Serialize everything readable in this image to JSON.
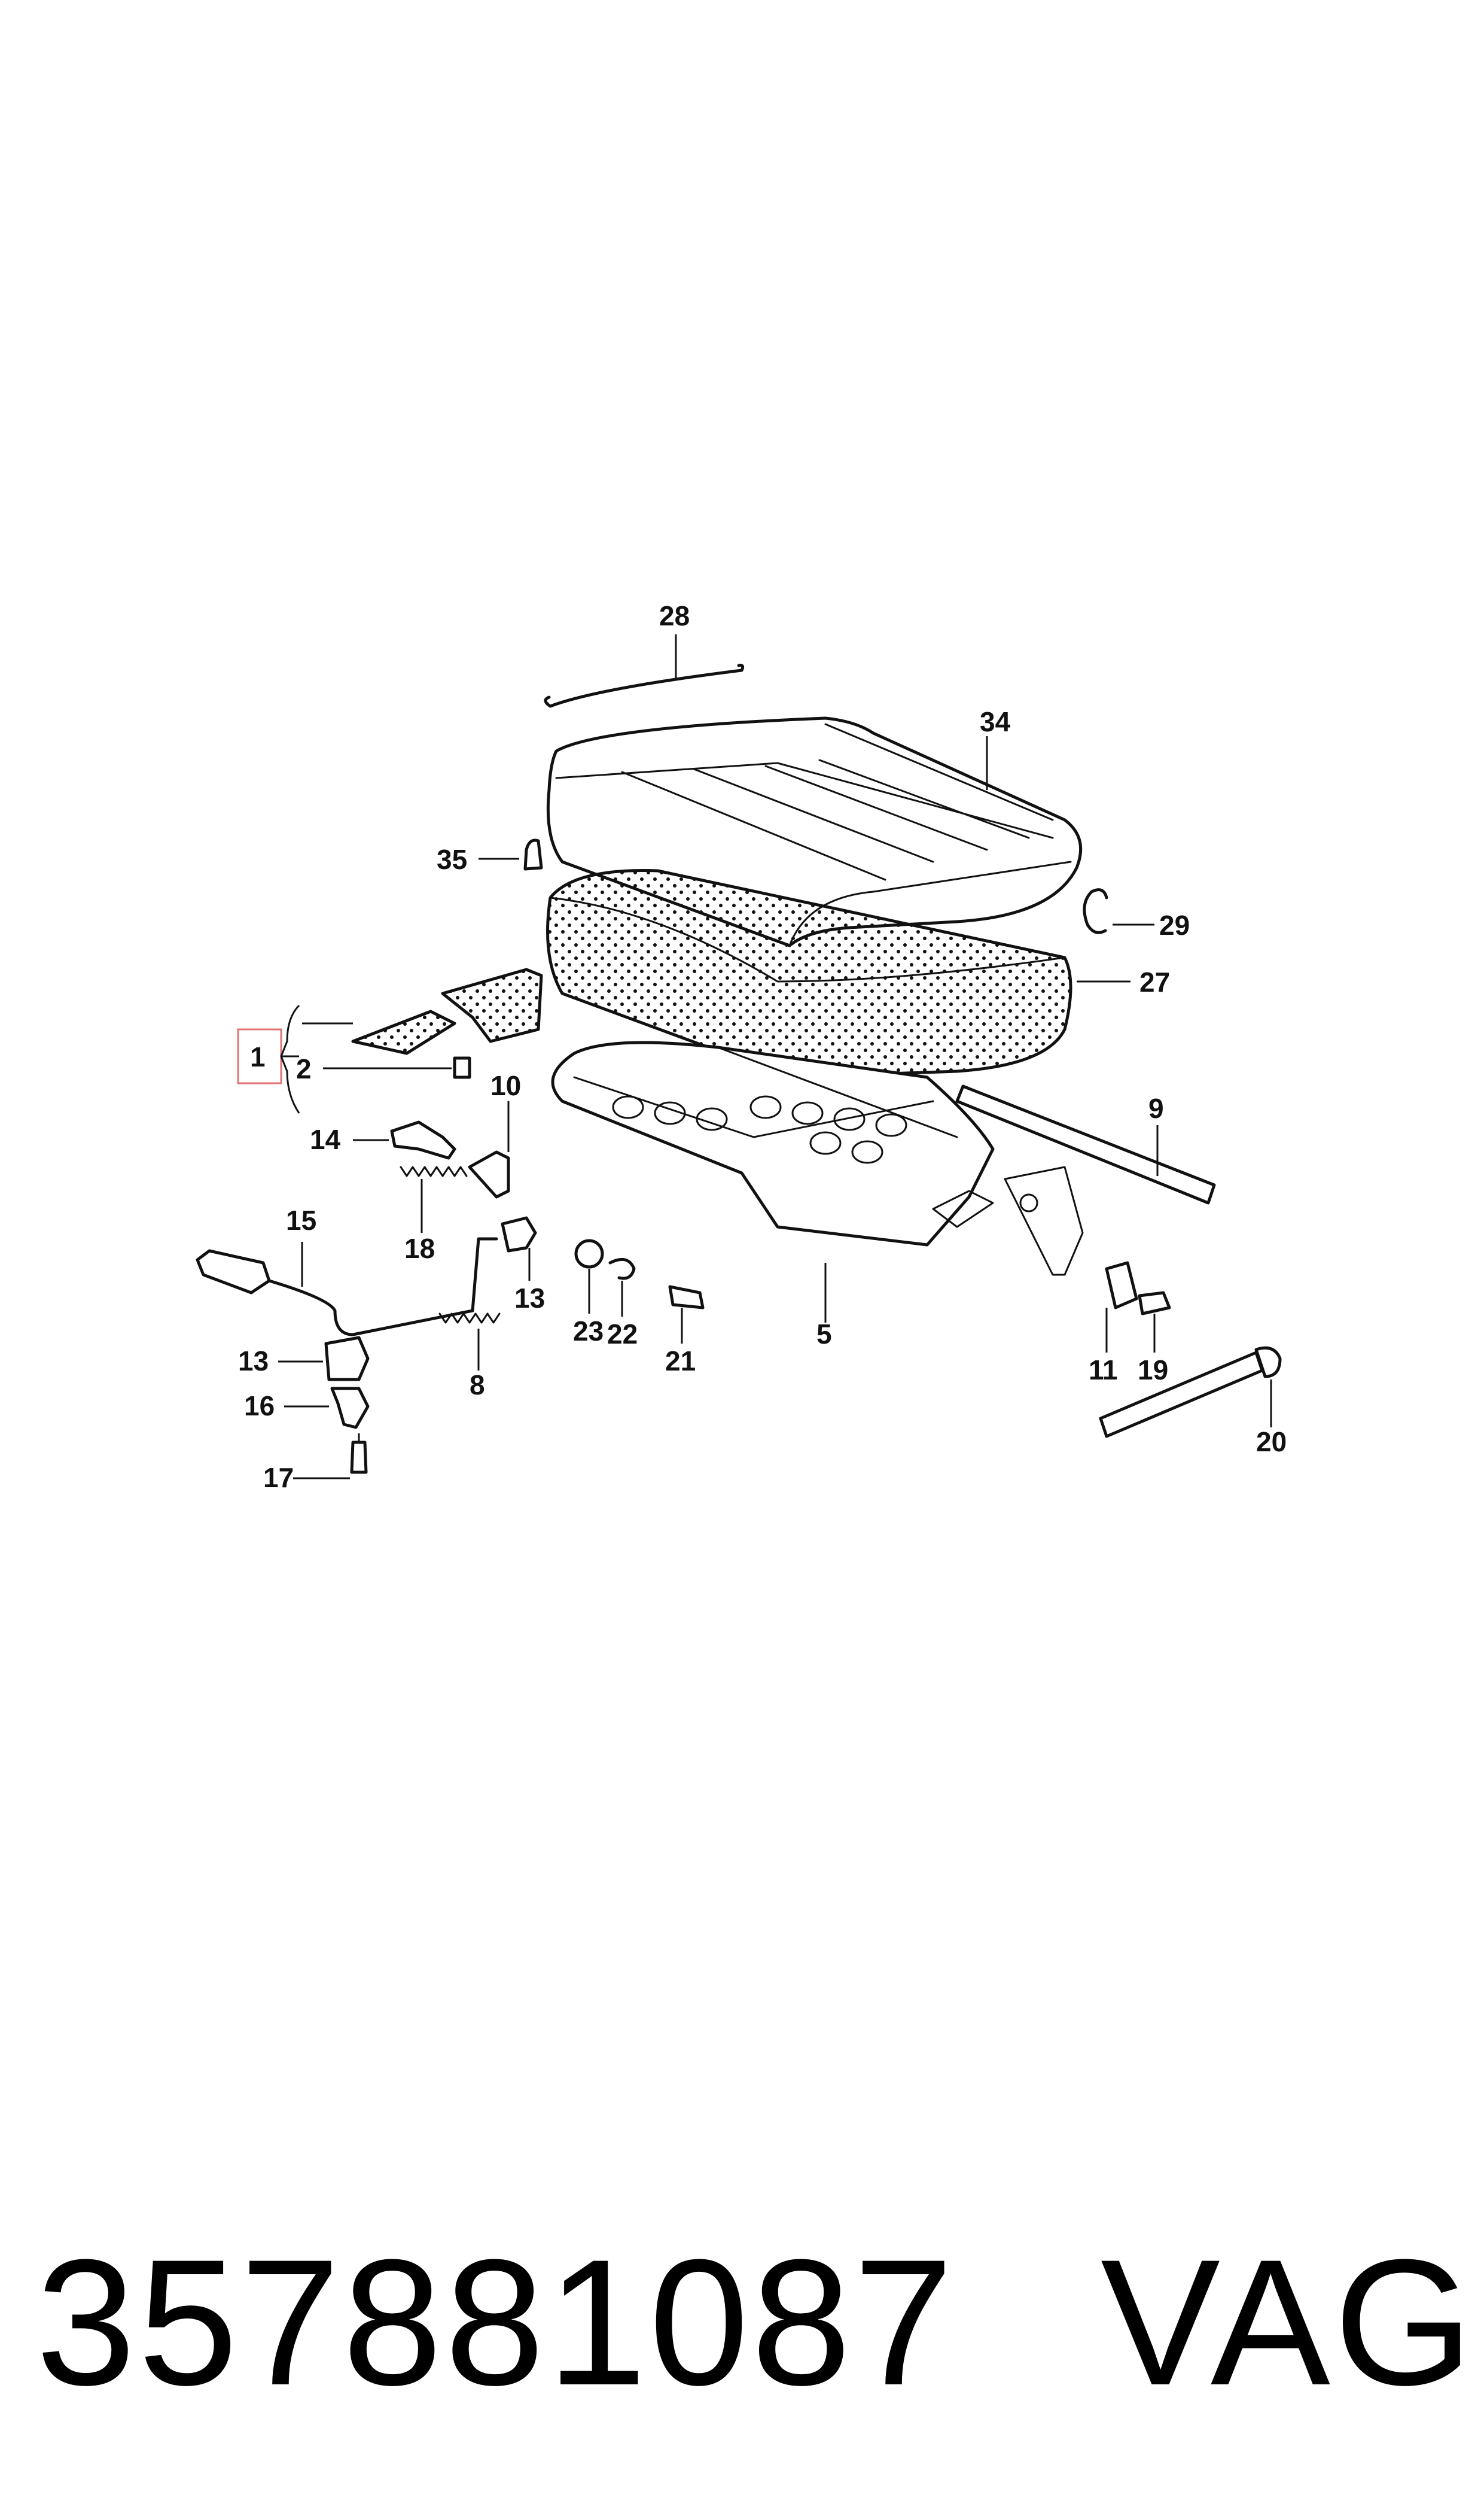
{
  "callouts": {
    "c1": "1",
    "c2": "2",
    "c5": "5",
    "c8": "8",
    "c9": "9",
    "c10": "10",
    "c11": "11",
    "c13a": "13",
    "c13b": "13",
    "c14": "14",
    "c15": "15",
    "c16": "16",
    "c17": "17",
    "c18": "18",
    "c19": "19",
    "c20": "20",
    "c21": "21",
    "c22": "22",
    "c23": "23",
    "c27": "27",
    "c28": "28",
    "c29": "29",
    "c34": "34",
    "c35": "35"
  },
  "footer": {
    "part_number": "357881087",
    "brand": "VAG"
  },
  "colors": {
    "highlight_box": "#e57373",
    "line": "#111111"
  }
}
